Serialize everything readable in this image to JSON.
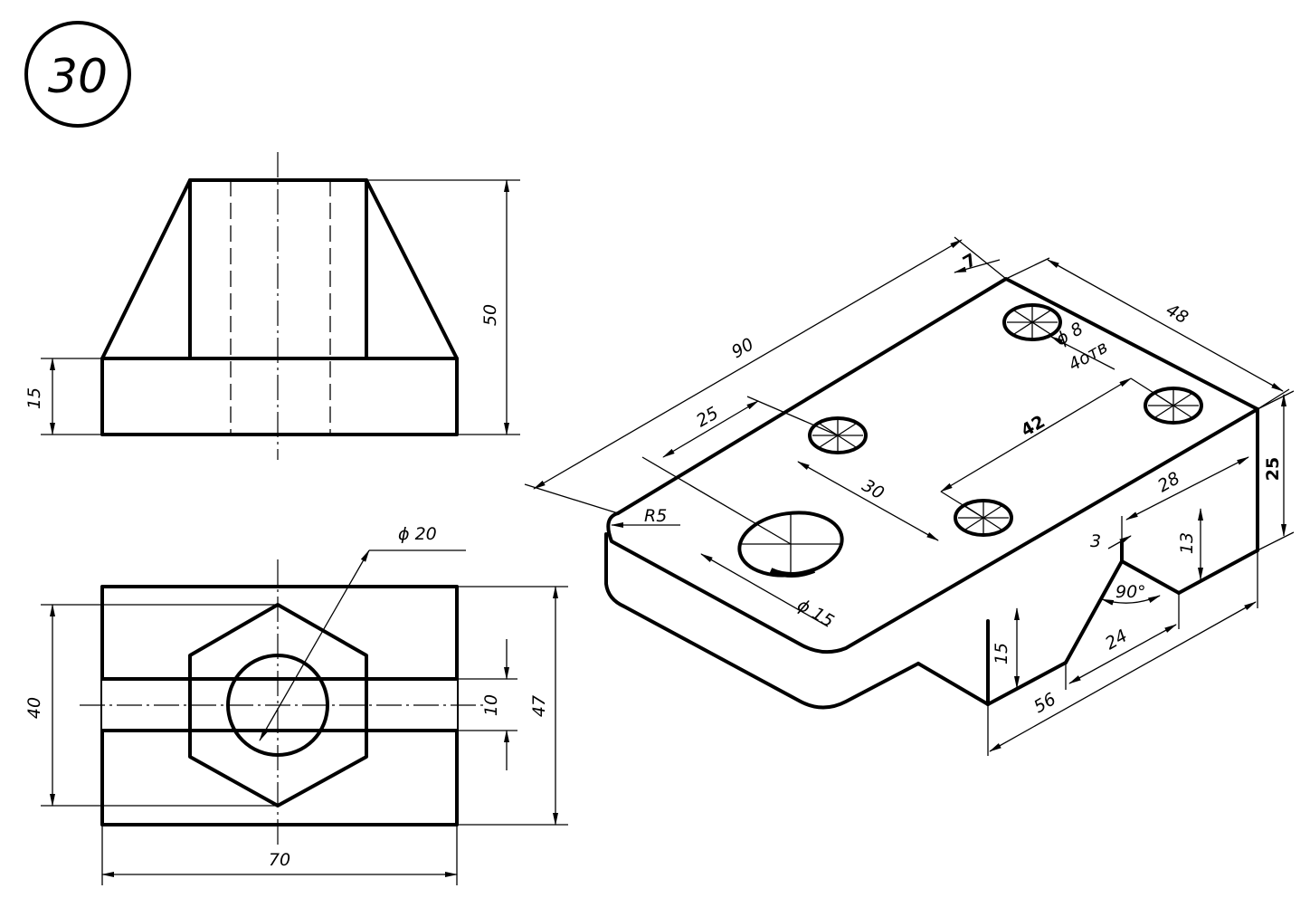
{
  "problem_number": "30",
  "front_view": {
    "height_total": "50",
    "height_base": "15"
  },
  "top_view": {
    "hole_diameter": "ϕ 20",
    "width_total": "70",
    "depth_outer": "40",
    "depth_total": "47",
    "slot_width": "10"
  },
  "isometric": {
    "length": "90",
    "width": "48",
    "offset_7": "7",
    "hole_offset": "25",
    "fillet_radius": "R5",
    "large_hole": "ϕ 15",
    "small_holes_dia": "ϕ 8",
    "small_holes_count": "4отв",
    "spacing_42": "42",
    "spacing_30": "30",
    "height": "25",
    "step_width": "28",
    "step_height": "13",
    "chamfer_3": "3",
    "angle": "90°",
    "groove_24": "24",
    "groove_15": "15",
    "length_56": "56"
  }
}
